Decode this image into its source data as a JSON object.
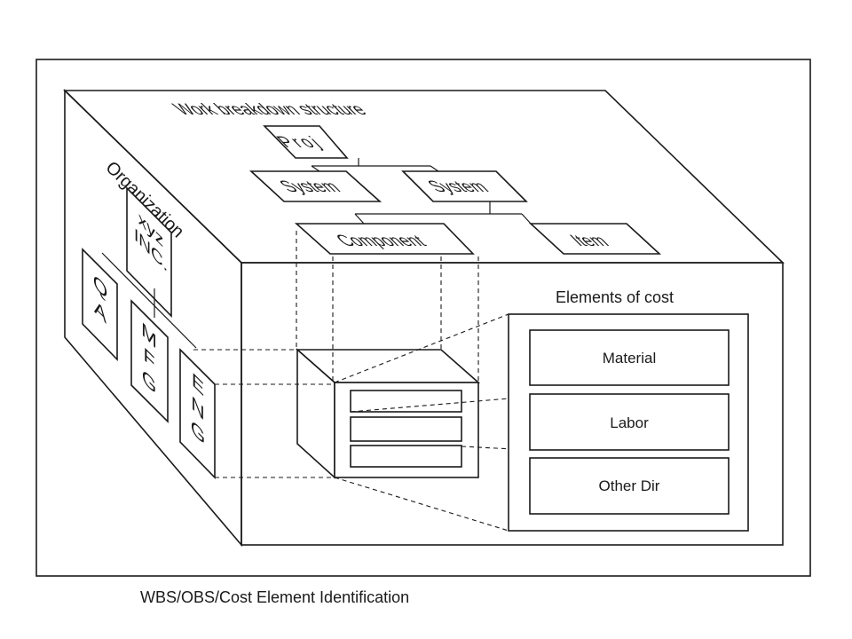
{
  "wbs": {
    "title": "Work breakdown structure",
    "root": "Proj",
    "systems": [
      "System",
      "System"
    ],
    "component": "Component",
    "item": "Item"
  },
  "obs": {
    "title": "Organization",
    "company": [
      "xyz",
      "INC."
    ],
    "departments": [
      {
        "label": "Q A",
        "letters": [
          "Q",
          "A"
        ]
      },
      {
        "label": "M F G",
        "letters": [
          "M",
          "F",
          "G"
        ]
      },
      {
        "label": "E N G",
        "letters": [
          "E",
          "N",
          "G"
        ]
      }
    ]
  },
  "cost": {
    "title": "Elements of cost",
    "elements": [
      "Material",
      "Labor",
      "Other Dir"
    ]
  },
  "caption": "WBS/OBS/Cost Element Identification"
}
